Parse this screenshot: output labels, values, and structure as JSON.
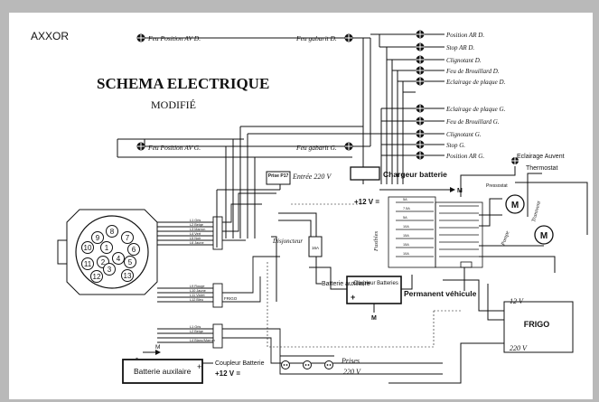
{
  "brand": "AXXOR",
  "title": "SCHEMA ELECTRIQUE",
  "subtitle": "MODIFIÉ",
  "top_labels": {
    "feu_position_av_d": "Feu Position AV D.",
    "feu_gabarit_d": "Feu gabarit D.",
    "feu_position_av_g": "Feu Position AV G.",
    "feu_gabarit_g": "Feu gabarit G."
  },
  "right_lamps_d": [
    "Position AR D.",
    "Stop AR D.",
    "Clignotant D.",
    "Feu de Brouillard D.",
    "Eclairage de plaque D."
  ],
  "right_lamps_g": [
    "Eclairage de plaque G.",
    "Feu de Brouillard G.",
    "Clignotant G.",
    "Stop G.",
    "Position AR G."
  ],
  "connector_pins": [
    "1",
    "2",
    "3",
    "4",
    "5",
    "6",
    "7",
    "8",
    "9",
    "10",
    "11",
    "12",
    "13"
  ],
  "prise_label": "Prise P17",
  "entree": "Entrée 220 V",
  "chargeur": "Chargeur batterie",
  "m_label": "M",
  "plus12": "+12 V =",
  "fusibles": "Fusibles",
  "disjoncteur": "Disjoncteur",
  "disj_rating": "16A",
  "batterie_aux_vert": "Batterie auxiliaire",
  "coupleur_title": "Coupleur Batteries",
  "coupleur_plus": "+",
  "coupleur_minus": "-",
  "permanent": "Permanent véhicule",
  "presostat": "Pressostat",
  "pompe": "Pompe",
  "transvent": "Transvent",
  "eclairage_auvent": "Eclairage Auvent",
  "thermostat": "Thermostat",
  "frigo": "FRIGO",
  "frigo_12v": "12 V",
  "frigo_220v": "220 V",
  "prises_label": "Prises",
  "prises_220": "220 V",
  "batterie_aux_box": "Batterie auxilaire",
  "coupleur_batterie": "Coupleur Batterie",
  "plus12_bottom": "+12 V =",
  "minus_sign": "-",
  "plus_sign": "+",
  "frigo_tag": "FRIGO",
  "motor": "M",
  "icons": [
    "lamp-icon",
    "motor-icon",
    "ground-icon",
    "outlet-icon"
  ]
}
